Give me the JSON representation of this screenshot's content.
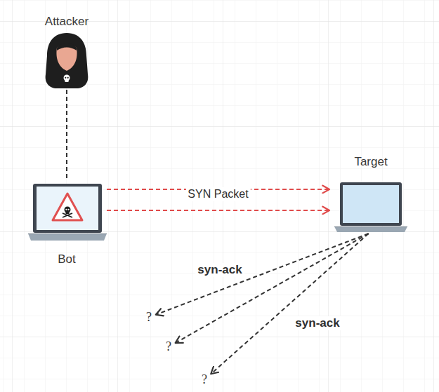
{
  "diagram": {
    "nodes": [
      {
        "text": [
          "Attacker"
        ]
      },
      {
        "text": [
          "Bot"
        ]
      },
      {
        "text": [
          "Target"
        ]
      },
      {
        "text": [
          "?"
        ]
      },
      {
        "text": [
          "?"
        ]
      },
      {
        "text": [
          "?"
        ]
      }
    ],
    "edges": [
      {
        "from": 0,
        "to": 1,
        "arrow": "none"
      },
      {
        "from": 1,
        "to": 2,
        "label": "SYN Packet",
        "arrow": "to"
      },
      {
        "from": 1,
        "to": 2,
        "arrow": "to"
      },
      {
        "from": 2,
        "to": 3,
        "label": "syn-ack",
        "arrow": "to"
      },
      {
        "from": 2,
        "to": 4,
        "arrow": "to"
      },
      {
        "from": 2,
        "to": 5,
        "label": "syn-ack",
        "arrow": "to"
      }
    ]
  }
}
